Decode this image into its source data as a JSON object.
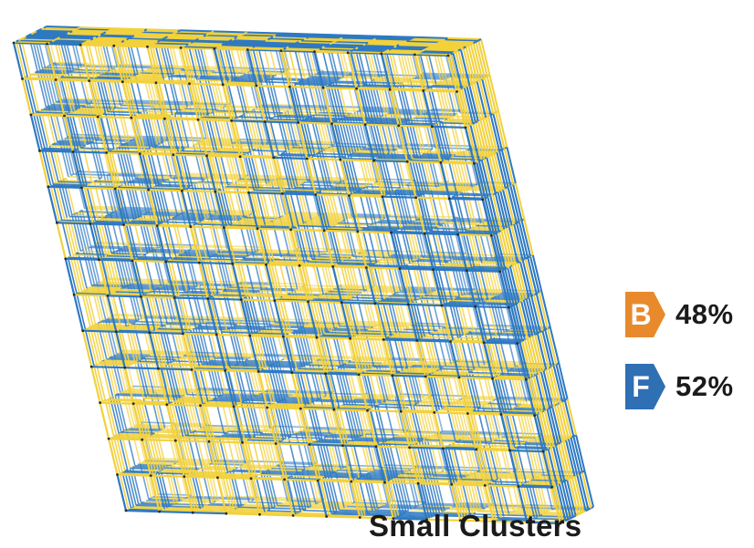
{
  "legend": {
    "items": [
      {
        "letter": "B",
        "percent": "48%",
        "color": "#e88a2c"
      },
      {
        "letter": "F",
        "percent": "52%",
        "color": "#2f6fb3"
      }
    ]
  },
  "caption": "Small Clusters",
  "colors": {
    "yellow_bond": "#f2d13c",
    "blue_bond": "#2e79c2",
    "node": "#2a2a2a"
  },
  "lattice": {
    "cells_per_edge": 13,
    "fraction_B": 0.48,
    "fraction_F": 0.52
  }
}
